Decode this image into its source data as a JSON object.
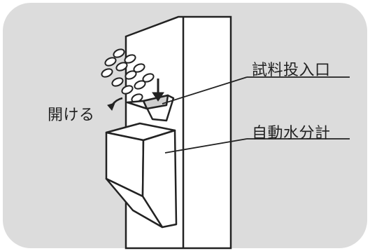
{
  "labels": {
    "sample_inlet": "試料投入口",
    "moisture_meter": "自動水分計",
    "open": "開ける"
  },
  "colors": {
    "panel_background": "#dcdcdc",
    "wall": "#ffffff",
    "stroke": "#222222"
  }
}
